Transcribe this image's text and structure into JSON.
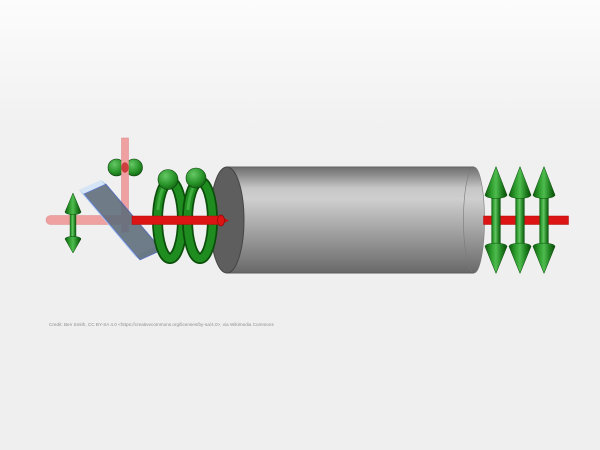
{
  "credit": {
    "text": "Credit: Ben Smith, CC BY-SA 4.0 <https://creativecommons.org/licenses/by-sa/4.0>, via Wikimedia Commons"
  },
  "colors": {
    "background": "#efefef",
    "beam_red": "#dc1414",
    "beam_red_edge": "#b00f0f",
    "beam_pink": "#efa1a1",
    "beam_pink_edge": "#dd9090",
    "green_dark": "#0b4f0b",
    "green_mid": "#1f8c1f",
    "green_light": "#45b445",
    "plate_face": "#4e5a66",
    "plate_edge_light": "#a8c9ea",
    "plate_outline": "#3a55c8",
    "cylinder_cap": "#5e5e5e",
    "cylinder_body_light": "#cfcfcf",
    "cylinder_body_dark": "#686868",
    "credit_text_color": "#8f8f8f"
  },
  "scene": {
    "elements": [
      {
        "name": "incident-beam",
        "description": "pink semi-transparent light beam entering from left",
        "color": "#efa1a1"
      },
      {
        "name": "vertical-axis-rod",
        "description": "vertical pink rod crossing the beam",
        "color": "#efa1a1"
      },
      {
        "name": "oscillation-marker-spheres",
        "description": "pair of green spheres on vertical rod",
        "color": "#1f8c1f"
      },
      {
        "name": "linear-polarization-arrow-left",
        "description": "green vertical double-headed arrow before plate",
        "color": "#1f8c1f"
      },
      {
        "name": "waveplate",
        "description": "tilted translucent blue plate",
        "color": "#4e5a66"
      },
      {
        "name": "circular-polarization-ring-1",
        "description": "green torus with sphere marking rotating field",
        "color": "#1f8c1f"
      },
      {
        "name": "circular-polarization-ring-2",
        "description": "green torus with sphere marking rotating field",
        "color": "#1f8c1f"
      },
      {
        "name": "sample-cylinder",
        "description": "long gray cylinder the beam passes through",
        "color": "#9c9c9c"
      },
      {
        "name": "beam-entry-dot",
        "description": "red dot where beam meets cylinder end cap",
        "color": "#dc1414"
      },
      {
        "name": "transmitted-beam",
        "description": "red beam exiting cylinder to the right",
        "color": "#dc1414"
      },
      {
        "name": "linear-polarization-arrows-right",
        "description": "three green vertical double-headed arrows on exiting beam",
        "color": "#1f8c1f"
      }
    ]
  }
}
